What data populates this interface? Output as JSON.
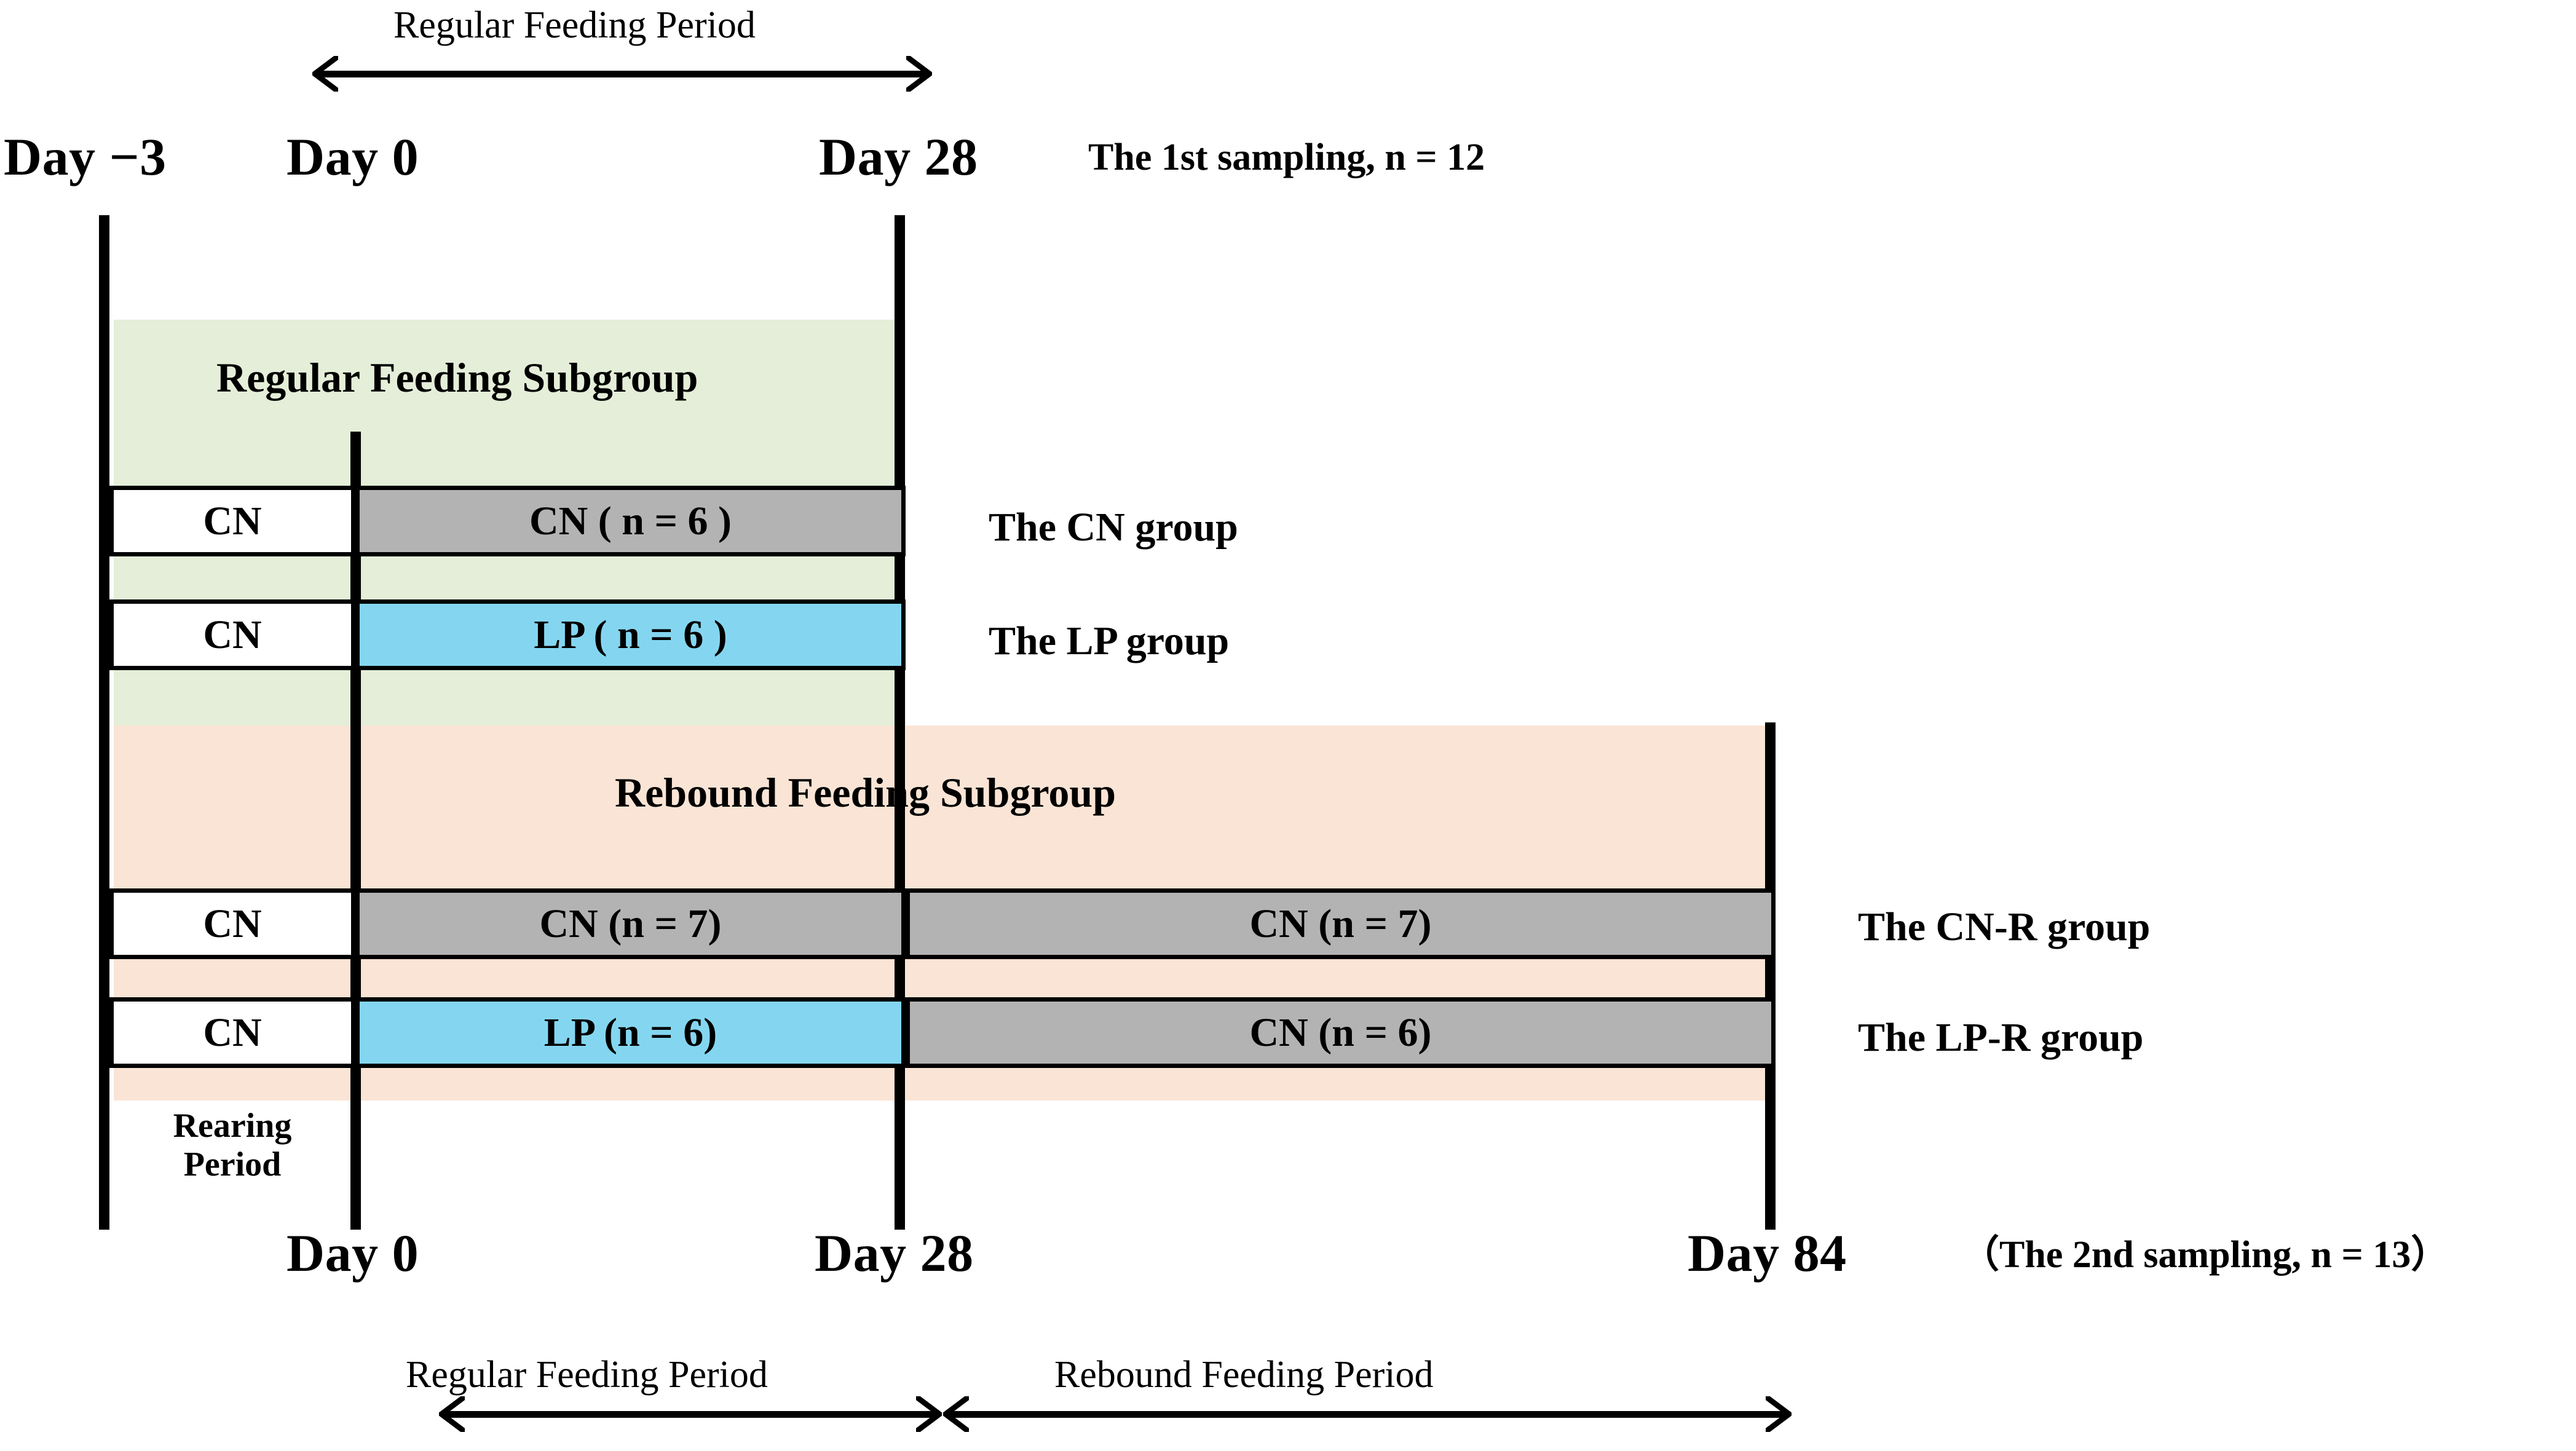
{
  "diagram": {
    "title_top": "Regular Feeding Period",
    "top_axis": {
      "days": [
        {
          "label": "Day −3"
        },
        {
          "label": "Day 0"
        },
        {
          "label": "Day 28"
        }
      ],
      "sampling_note": "The 1st sampling, n = 12"
    },
    "bottom_axis": {
      "days": [
        {
          "label": "Day 0"
        },
        {
          "label": "Day 28"
        },
        {
          "label": "Day 84"
        }
      ],
      "sampling_note": "（The 2nd sampling, n = 13）"
    },
    "bottom_periods": [
      {
        "label": "Regular Feeding Period"
      },
      {
        "label": "Rebound Feeding Period"
      }
    ],
    "subgroups": [
      {
        "key": "regular",
        "title": "Regular Feeding  Subgroup",
        "band_color": "#e4eed8",
        "rows": [
          {
            "group_label": "The CN group",
            "cells": [
              {
                "text": "CN",
                "fill": "#ffffff"
              },
              {
                "text": "CN ( n = 6 )",
                "fill": "#b3b3b3"
              }
            ]
          },
          {
            "group_label": "The LP group",
            "cells": [
              {
                "text": "CN",
                "fill": "#ffffff"
              },
              {
                "text": "LP ( n = 6 )",
                "fill": "#84d6f0"
              }
            ]
          }
        ]
      },
      {
        "key": "rebound",
        "title": "Rebound Feeding Subgroup",
        "band_color": "#fae4d5",
        "rows": [
          {
            "group_label": "The CN-R group",
            "cells": [
              {
                "text": "CN",
                "fill": "#ffffff"
              },
              {
                "text": "CN (n = 7)",
                "fill": "#b3b3b3"
              },
              {
                "text": "CN  (n = 7)",
                "fill": "#b3b3b3"
              }
            ]
          },
          {
            "group_label": "The LP-R group",
            "cells": [
              {
                "text": "CN",
                "fill": "#ffffff"
              },
              {
                "text": "LP (n = 6)",
                "fill": "#84d6f0"
              },
              {
                "text": "CN  (n = 6)",
                "fill": "#b3b3b3"
              }
            ]
          }
        ]
      }
    ],
    "rearing_period_label": "Rearing\nPeriod",
    "rearing_period_line1": "Rearing",
    "rearing_period_line2": "Period",
    "colors": {
      "grey_fill": "#b3b3b3",
      "blue_fill": "#84d6f0",
      "white_fill": "#ffffff",
      "green_band": "#e4eed8",
      "orange_band": "#fae4d5",
      "stroke": "#000000"
    }
  }
}
